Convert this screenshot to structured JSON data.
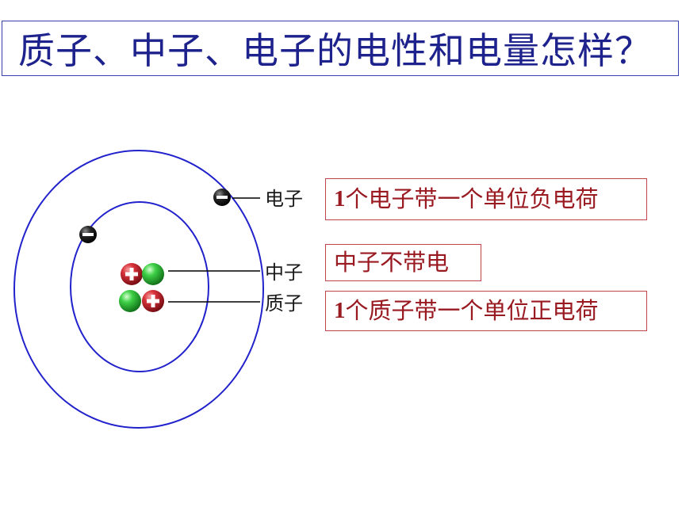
{
  "title": "质子、中子、电子的电性和电量怎样？",
  "diagram": {
    "labels": {
      "electron": "电子",
      "neutron": "中子",
      "proton": "质子"
    },
    "signs": {
      "plus": "+",
      "minus": "−"
    }
  },
  "callouts": {
    "electron": {
      "num": "1",
      "text": "个电子带一个单位负电荷"
    },
    "neutron": {
      "text": "中子不带电"
    },
    "proton": {
      "num": "1",
      "text": "个质子带一个单位正电荷"
    }
  },
  "colors": {
    "title": "#1e228c",
    "orbit": "#2222cc",
    "callout_text": "#9a1a22",
    "callout_border": "#c0444a",
    "proton": "#c81e2a",
    "neutron": "#2ec23a"
  }
}
